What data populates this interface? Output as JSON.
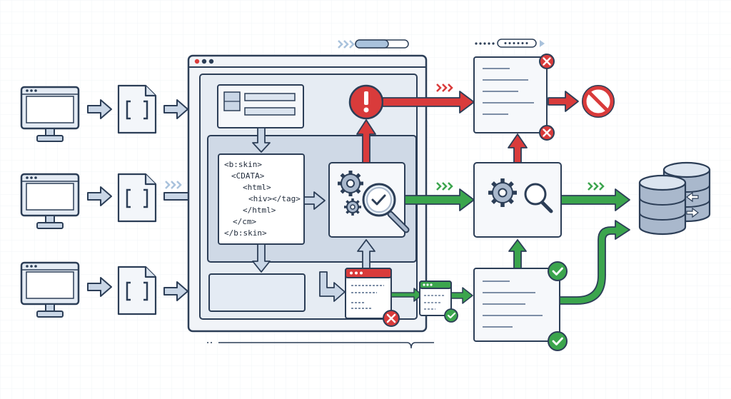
{
  "code_lines": [
    "<b:skin>",
    "<CDATA>",
    "<html>",
    "<hiv></tag>",
    "</html>",
    "</cm>",
    "</b:skin>"
  ],
  "colors": {
    "outline": "#2c3e57",
    "panel": "#e9eef5",
    "panel_dark": "#cfd9e6",
    "arrow_gray": "#c9d6e6",
    "red": "#d93b3b",
    "green": "#3ba54d",
    "blue_bar": "#a9c2dc"
  },
  "icons": [
    "monitor-icon",
    "document-icon",
    "browser-window-icon",
    "gear-icon",
    "magnifier-icon",
    "alert-icon",
    "blocked-icon",
    "database-icon",
    "check-icon",
    "x-icon"
  ]
}
